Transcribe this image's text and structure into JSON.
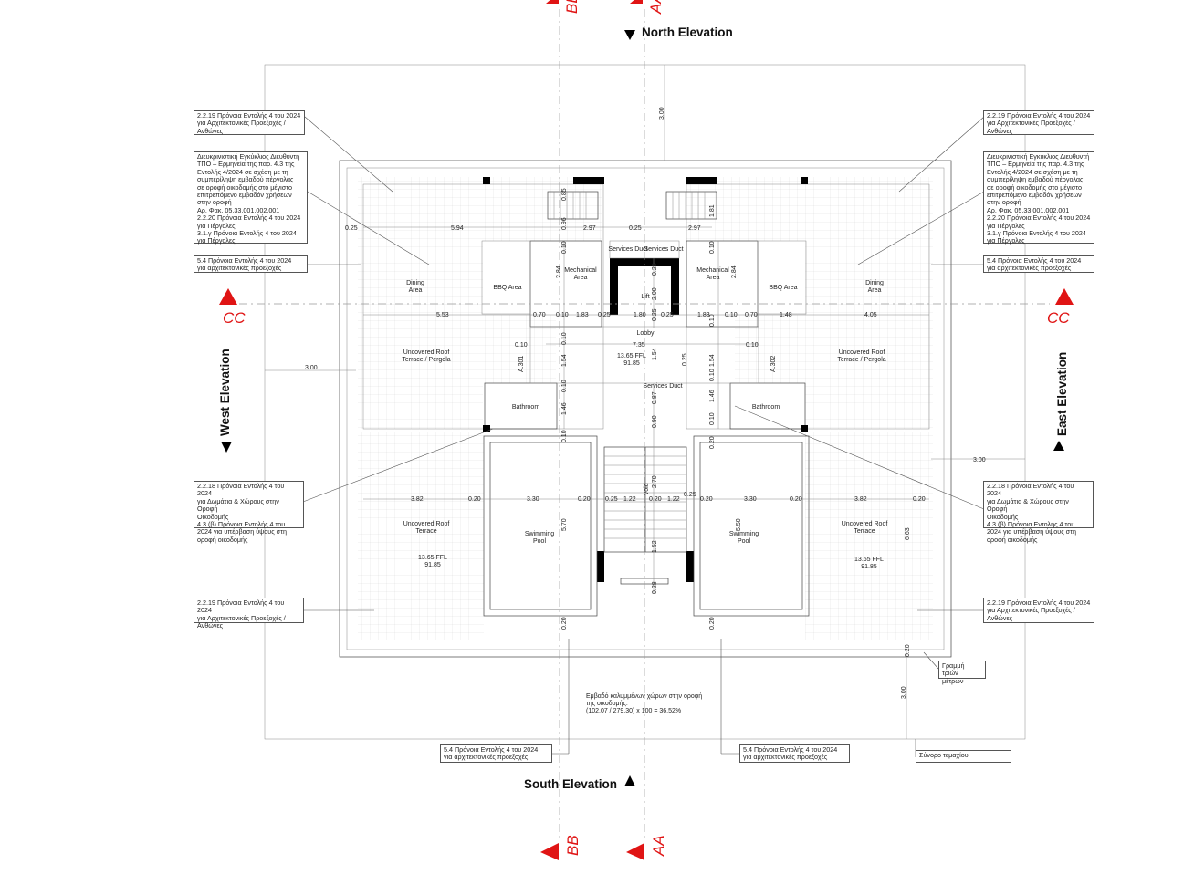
{
  "elevations": {
    "north": "North Elevation",
    "south": "South Elevation",
    "west": "West Elevation",
    "east": "East Elevation"
  },
  "sections": {
    "bb": "BB",
    "aa": "AA",
    "cc": "CC"
  },
  "rooms": {
    "dining": "Dining\nArea",
    "bbq": "BBQ Area",
    "mechanical": "Mechanical\nArea",
    "services_duct": "Services Duct",
    "lift": "Lift",
    "lobby": "Lobby",
    "roof_terrace_pergola": "Uncovered Roof\nTerrace / Pergola",
    "bathroom": "Bathroom",
    "roof_terrace": "Uncovered Roof\nTerrace",
    "swimming_pool": "Swimming\nPool",
    "void": "Void",
    "ffl_center": "13.65 FFL\n91.85",
    "ffl_left": "13.65 FFL\n91.85",
    "ffl_right": "13.65 FFL\n91.85",
    "door_left": "A.301",
    "door_right": "A.302"
  },
  "notes": {
    "balconies": "2.2.19 Πρόνοια Εντολής 4 του 2024\nγια Αρχιτεκτονικές Προεξοχές /\nΑνθώνες",
    "pergola_left": "Διευκρινιστική Εγκύκλιος Διευθυντή\nΤΠΟ – Ερμηνεία της παρ. 4.3 της\nΕντολής 4/2024 σε σχέση με τη\nσυμπερίληψη εμβαδού πέργολας\nσε οροφή οικοδομής στο μέγιστο\nεπιτρεπόμενο εμβαδόν χρήσεων\nστην οροφή\nΑρ. Φακ. 05.33.001.002.001\n2.2.20 Πρόνοια Εντολής 4 του 2024\nγια Πέργολες\n3.1.γ Πρόνοια Εντολής 4 του 2024\nγια Πέργολες",
    "projections": "5.4 Πρόνοια Εντολής 4 του 2024\nγια αρχιτεκτονικές προεξοχές",
    "rooms_left": "2.2.18 Πρόνοια Εντολής 4 του 2024\nγια Δωμάτια & Χώρους στην Οροφή\nΟικοδομής\n4.3 (β) Πρόνοια Εντολής 4 του\n2024 για υπέρβαση ύψους στη\nοροφή οικοδομής",
    "rooms_right": "2.2.18 Πρόνοια Εντολής 4 του 2024\nγια Δωμάτια & Χώρους στην Οροφή\nΟικοδομής\n4.3 (β) Πρόνοια Εντολής 4 του\n2024 για υπέρβαση ύψους στη\nοροφή οικοδομής",
    "three_m_line": "Γραμμή τριών\nμέτρων",
    "plot_boundary": "Σύνορο τεμαχίου",
    "covered_area": "Εμβαδό καλυμμένων χώρων στην οροφή\nτης οικοδομής:\n(102.07 / 279.30) x 100 = 36.52%"
  },
  "dims": {
    "d300": "3.00",
    "d025": "0.25",
    "d594": "5.94",
    "d297": "2.97",
    "d085": "0.85",
    "d096": "0.96",
    "d181": "1.81",
    "d010": "0.10",
    "d284": "2.84",
    "d200": "2.00",
    "d553": "5.53",
    "d070": "0.70",
    "d183": "1.83",
    "d180": "1.80",
    "d148": "1.48",
    "d405": "4.05",
    "d735": "7.35",
    "d154": "1.54",
    "d087": "0.87",
    "d146": "1.46",
    "d090": "0.90",
    "d020": "0.20",
    "d382": "3.82",
    "d330": "3.30",
    "d122": "1.22",
    "d270": "2.70",
    "d570": "5.70",
    "d550": "5.50",
    "d663": "6.63",
    "d152": "1.52",
    "d028": "0.28"
  },
  "colors": {
    "section_marker": "#e01414",
    "walls": "#000000"
  }
}
